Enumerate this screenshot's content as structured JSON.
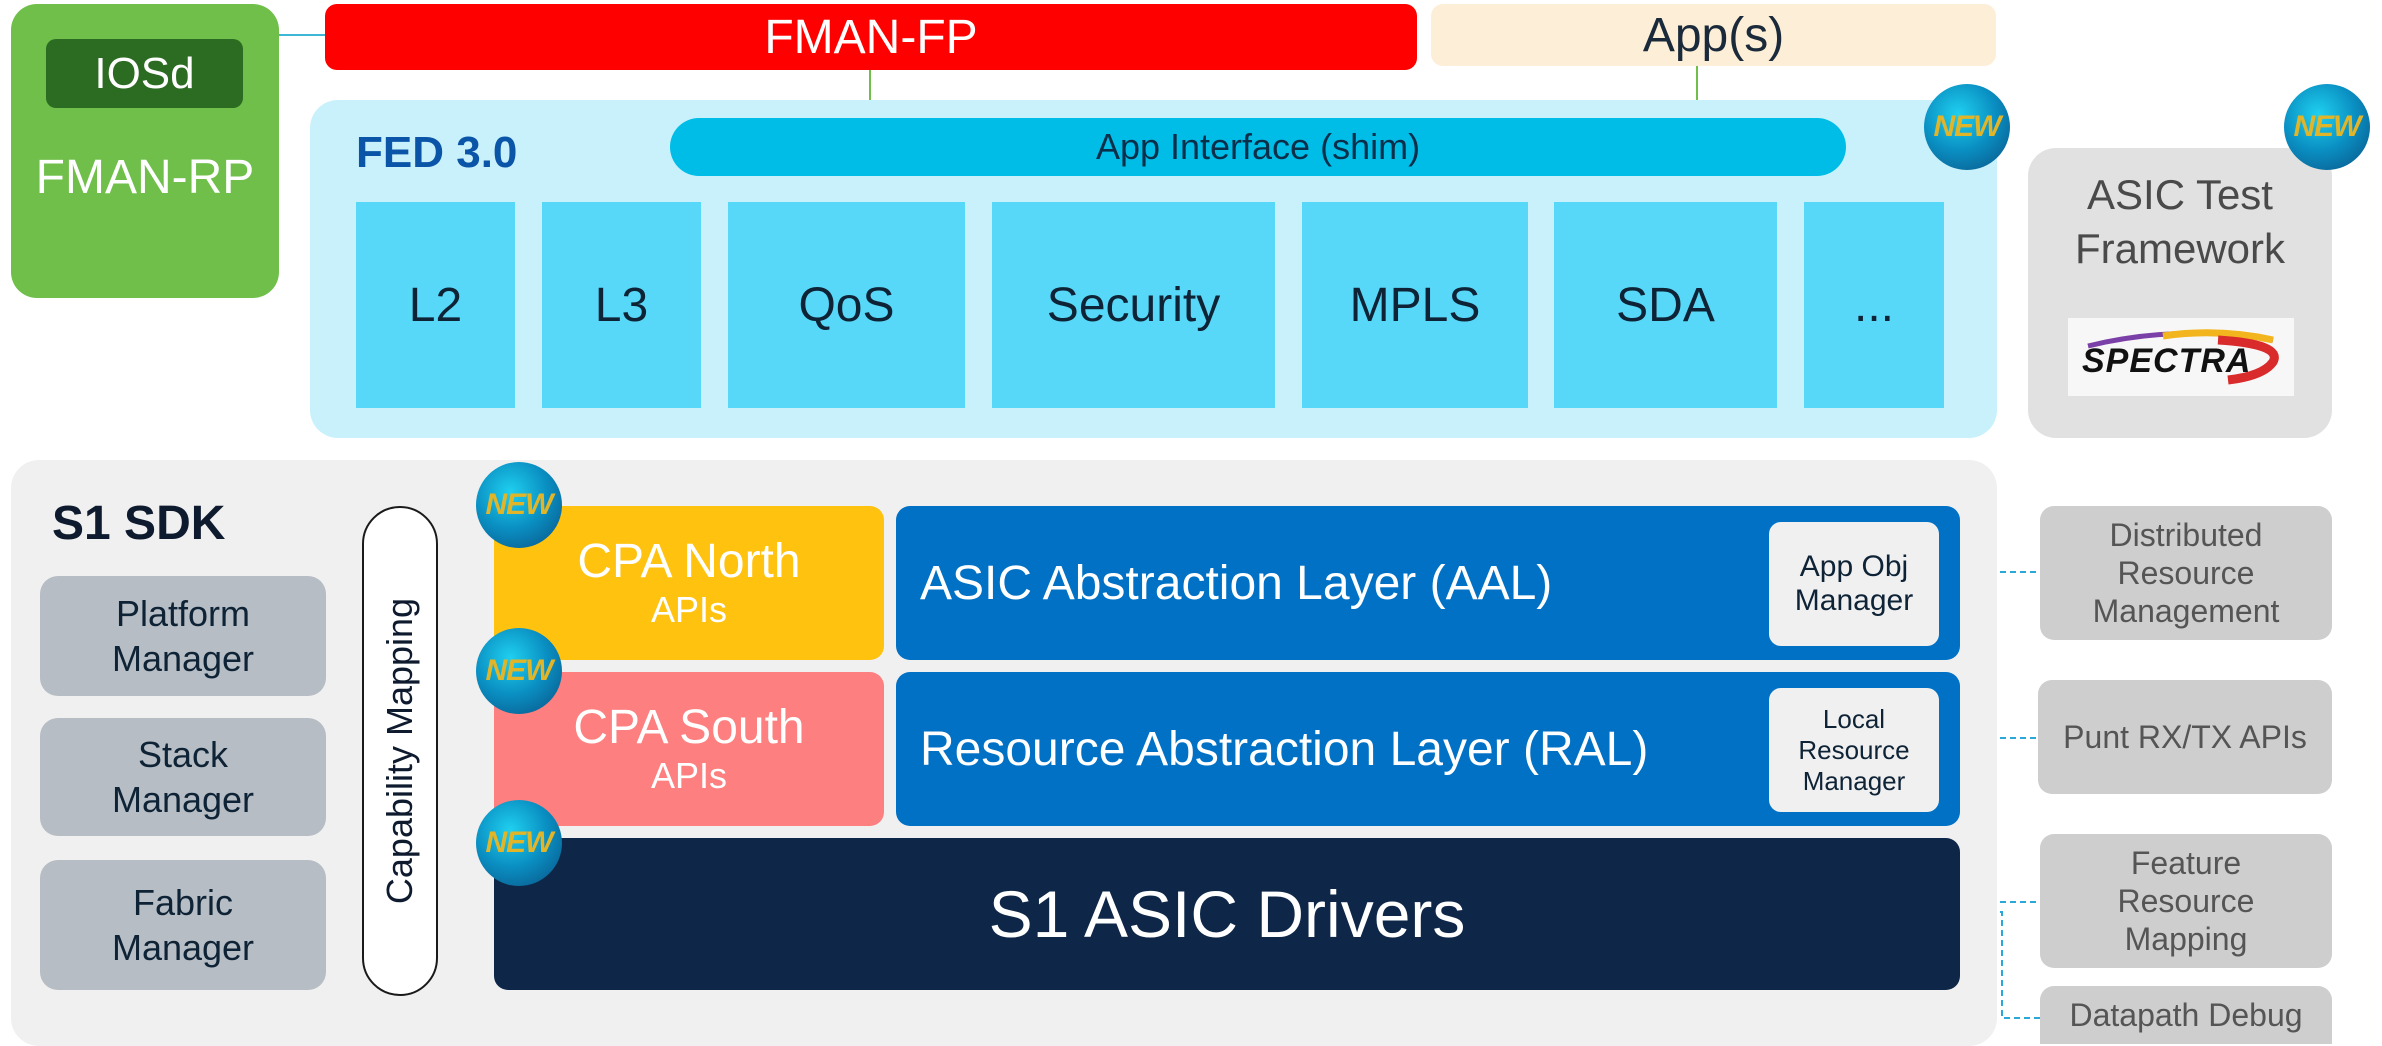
{
  "fman_rp": {
    "iosd": "IOSd",
    "label": "FMAN-RP"
  },
  "top_bars": {
    "fman_fp": "FMAN-FP",
    "apps": "App(s)"
  },
  "fed": {
    "title": "FED 3.0",
    "app_interface": "App Interface (shim)",
    "features": [
      "L2",
      "L3",
      "QoS",
      "Security",
      "MPLS",
      "SDA",
      "..."
    ]
  },
  "test_framework": {
    "title_line1": "ASIC Test",
    "title_line2": "Framework",
    "logo_text": "SPECTRA"
  },
  "sdk": {
    "title": "S1 SDK",
    "managers": [
      {
        "line1": "Platform",
        "line2": "Manager"
      },
      {
        "line1": "Stack",
        "line2": "Manager"
      },
      {
        "line1": "Fabric",
        "line2": "Manager"
      }
    ],
    "capability_mapping": "Capability Mapping",
    "cpa_north": {
      "main": "CPA North",
      "sub": "APIs"
    },
    "cpa_south": {
      "main": "CPA South",
      "sub": "APIs"
    },
    "aal": {
      "label": "ASIC Abstraction Layer (AAL)",
      "inner_line1": "App Obj",
      "inner_line2": "Manager"
    },
    "ral": {
      "label": "Resource Abstraction Layer (RAL)",
      "inner_line1": "Local",
      "inner_line2": "Resource",
      "inner_line3": "Manager"
    },
    "drivers": "S1 ASIC Drivers"
  },
  "side_boxes": {
    "drm": {
      "line1": "Distributed",
      "line2": "Resource",
      "line3": "Management"
    },
    "punt": "Punt RX/TX APIs",
    "frm": {
      "line1": "Feature",
      "line2": "Resource",
      "line3": "Mapping"
    },
    "debug": "Datapath Debug"
  },
  "badge_text": "NEW",
  "colors": {
    "fman_rp": "#6fbf4a",
    "fman_fp": "#ff0000",
    "fed_bg": "#c8f1fb",
    "feature": "#58d8f8",
    "cpa_north": "#ffc20e",
    "cpa_south": "#fd7f7f",
    "layer_blue": "#0071c5",
    "drivers": "#0e2748"
  }
}
